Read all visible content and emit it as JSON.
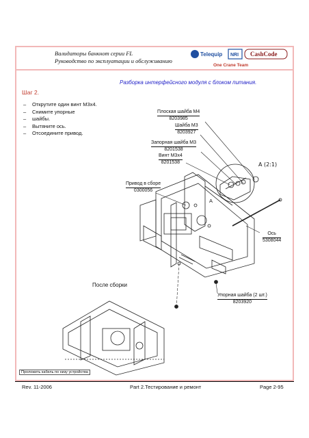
{
  "header": {
    "title": "Валидаторы банкнот  серии FL",
    "subtitle": "Руководство по эксплуатации и обслуживанию",
    "logo_telequip": "Telequip",
    "logo_crane": "NRI",
    "logo_cashcode": "CashCode",
    "logo_team": "One Crane Team"
  },
  "section_title": "Разборка  интерфейсного модуля с блоком питания.",
  "step_label": "Шаг 2.",
  "steps": [
    "Открутите один винт М3х4.",
    "Снимите упорные",
    "шайбы.",
    "Вытяните ось.",
    "Отсоедините привод."
  ],
  "callouts": {
    "flat_washer": {
      "name": "Плоская шайба М4",
      "code": "8203985"
    },
    "washer_m3": {
      "name": "Шайба М3",
      "code": "8203927"
    },
    "lock_washer": {
      "name": "Запорная шайба М3",
      "code": "8201538"
    },
    "screw": {
      "name": "Винт М3х4",
      "code": "8201538"
    },
    "drive": {
      "name": "Привод в сборе",
      "code": "0300056"
    },
    "axle": {
      "name": "Ось",
      "code": "5308044"
    },
    "thrust_washer": {
      "name": "Упорная шайба (2 шт.)",
      "code": "8203920"
    }
  },
  "detail_label": "A (2:1)",
  "view_marker": "A",
  "after_label": "После сборки",
  "cable_note": "Проложить кабель по низу устройства",
  "footer": {
    "rev": "Rev. 11-2006",
    "part": "Part 2.Тестирование и ремонт",
    "page": "Page 2-95"
  },
  "colors": {
    "frame": "#f2b8b8",
    "section_title": "#2323c8",
    "step_label": "#c0392b"
  }
}
